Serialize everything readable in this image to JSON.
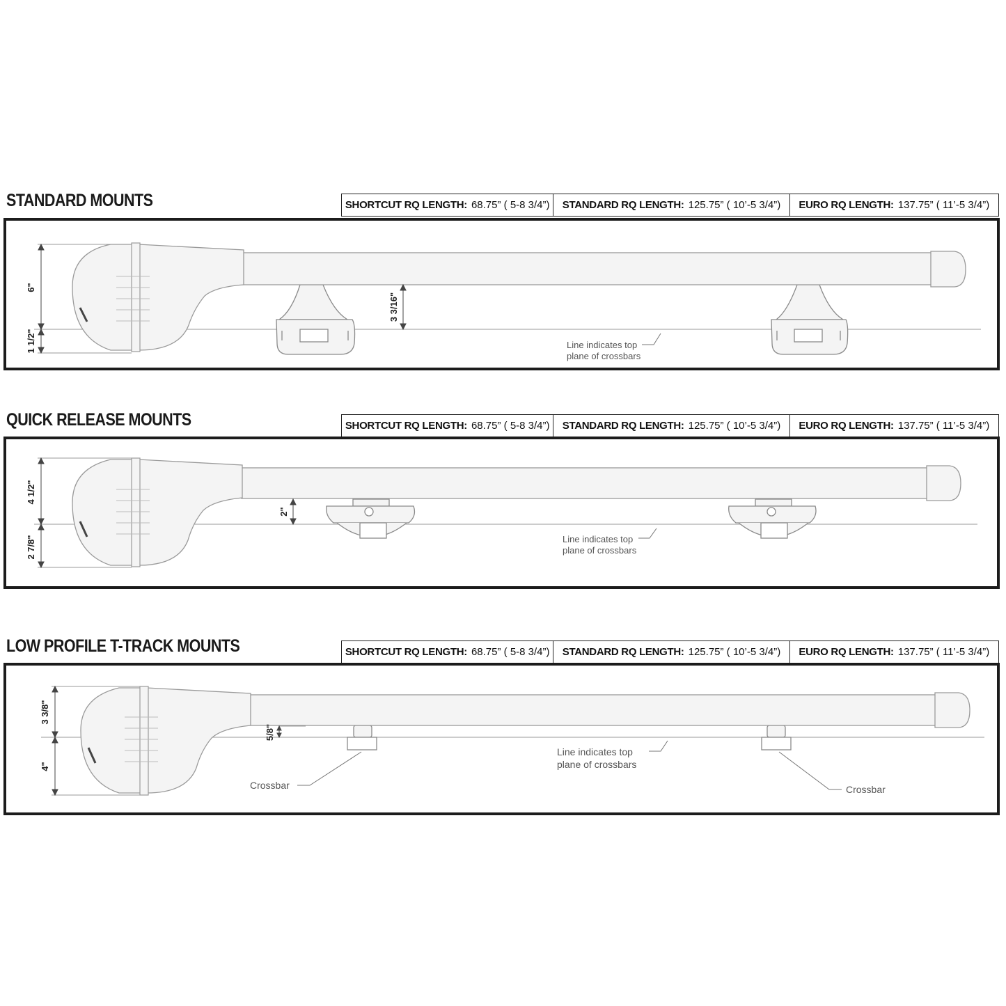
{
  "length_headers": {
    "shortcut_label": "SHORTCUT RQ LENGTH:",
    "shortcut_value": "68.75” ( 5-8 3/4”)",
    "standard_label": "STANDARD RQ LENGTH:",
    "standard_value": "125.75” ( 10’-5 3/4”)",
    "euro_label": "EURO RQ LENGTH:",
    "euro_value": "137.75” ( 11’-5 3/4”)"
  },
  "sections": {
    "standard": {
      "title": "STANDARD MOUNTS",
      "dim_height_top": "6\"",
      "dim_height_bottom": "1 1/2\"",
      "dim_clearance": "3 3/16\"",
      "note_line1": "Line indicates top",
      "note_line2": "plane of crossbars"
    },
    "quick_release": {
      "title": "QUICK RELEASE MOUNTS",
      "dim_height_top": "4 1/2\"",
      "dim_height_bottom": "2 7/8\"",
      "dim_clearance": "2\"",
      "note_line1": "Line indicates top",
      "note_line2": "plane of crossbars"
    },
    "low_profile": {
      "title": "LOW PROFILE T-TRACK MOUNTS",
      "dim_height_top": "3 3/8\"",
      "dim_height_bottom": "4\"",
      "dim_clearance": "5/8\"",
      "note_line1": "Line indicates top",
      "note_line2": "plane of crossbars",
      "crossbar_left": "Crossbar",
      "crossbar_right": "Crossbar"
    }
  },
  "colors": {
    "frame": "#1c1c1c",
    "outline": "#9a9a9a",
    "body_fill": "#f4f4f4"
  }
}
